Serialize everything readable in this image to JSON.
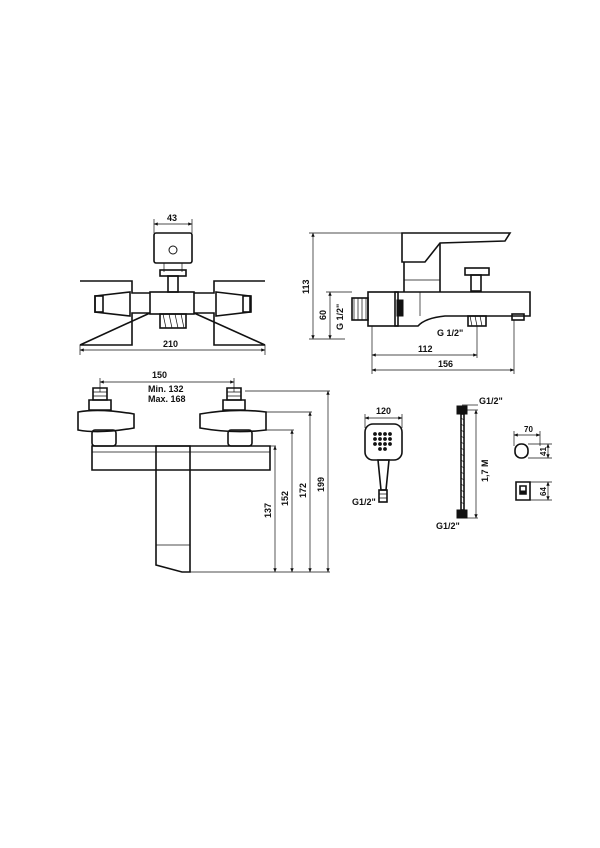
{
  "dimensions": {
    "top_view": {
      "width_43": "43",
      "width_210": "210"
    },
    "side_view": {
      "height_113": "113",
      "height_60": "60",
      "thread_g12": "G 1/2\"",
      "thread_g12_b": "G 1/2\"",
      "length_112": "112",
      "length_156": "156"
    },
    "front_view": {
      "spacing_150": "150",
      "min_label": "Min. 132",
      "max_label": "Max. 168",
      "h_137": "137",
      "h_152": "152",
      "h_172": "172",
      "h_199": "199"
    },
    "hand_shower": {
      "width_120": "120",
      "thread": "G1/2\""
    },
    "hose": {
      "thread_top": "G1/2\"",
      "length": "1,7 M",
      "thread_bottom": "G1/2\""
    },
    "holder": {
      "w_70": "70",
      "h_41": "41",
      "h_64": "64"
    }
  }
}
